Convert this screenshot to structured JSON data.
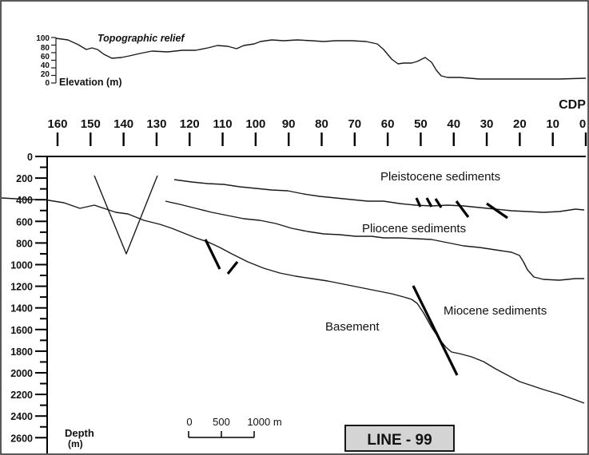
{
  "topography": {
    "title": "Topographic relief",
    "axis_label": "Elevation (m)",
    "ticks": [
      "100",
      "80",
      "60",
      "40",
      "20",
      "0"
    ]
  },
  "cdp": {
    "label": "CDP",
    "ticks": [
      "160",
      "150",
      "140",
      "130",
      "120",
      "110",
      "100",
      "90",
      "80",
      "70",
      "60",
      "50",
      "40",
      "30",
      "20",
      "10",
      "0"
    ]
  },
  "depth": {
    "label_line1": "Depth",
    "label_line2": "(m)",
    "ticks": [
      "0",
      "200",
      "400",
      "600",
      "800",
      "1000",
      "1200",
      "1400",
      "1600",
      "1800",
      "2000",
      "2200",
      "2400",
      "2600"
    ]
  },
  "units": {
    "pleistocene": "Pleistocene sediments",
    "pliocene": "Pliocene sediments",
    "miocene": "Miocene sediments",
    "basement": "Basement"
  },
  "scale_bar": {
    "labels": [
      "0",
      "500",
      "1000 m"
    ]
  },
  "line_label": "LINE - 99"
}
